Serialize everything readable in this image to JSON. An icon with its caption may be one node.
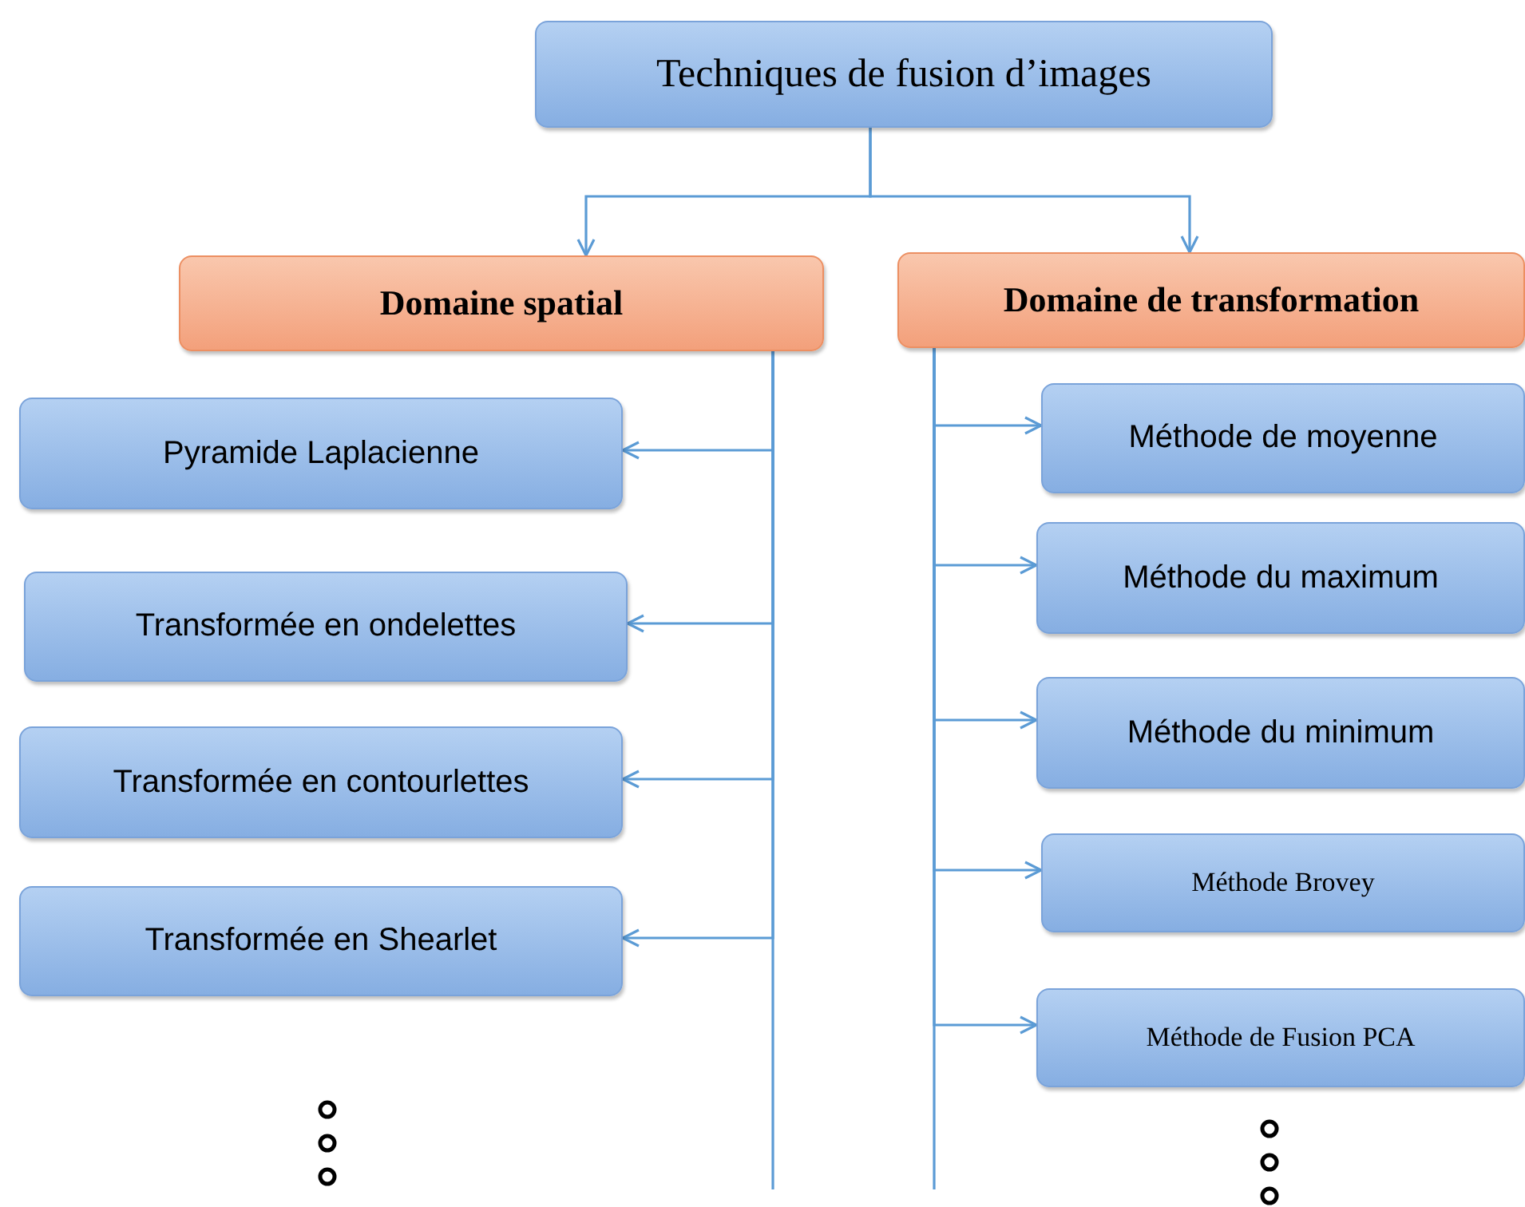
{
  "diagram": {
    "nodes": [
      {
        "text": [
          "Techniques de fusion d’images"
        ]
      },
      {
        "text": [
          "Domaine spatial"
        ]
      },
      {
        "text": [
          "Domaine de transformation"
        ]
      },
      {
        "text": [
          "Pyramide Laplacienne"
        ]
      },
      {
        "text": [
          "Transformée en ondelettes"
        ]
      },
      {
        "text": [
          "Transformée en contourlettes"
        ]
      },
      {
        "text": [
          "Transformée en Shearlet"
        ]
      },
      {
        "text": [
          "Méthode de moyenne"
        ]
      },
      {
        "text": [
          "Méthode du maximum"
        ]
      },
      {
        "text": [
          "Méthode du minimum"
        ]
      },
      {
        "text": [
          "Méthode Brovey"
        ]
      },
      {
        "text": [
          "Méthode de Fusion PCA"
        ]
      }
    ],
    "edges": [
      {
        "from": 0,
        "to": 1,
        "arrow": "to"
      },
      {
        "from": 0,
        "to": 2,
        "arrow": "to"
      },
      {
        "from": 1,
        "to": 3,
        "arrow": "to"
      },
      {
        "from": 1,
        "to": 4,
        "arrow": "to"
      },
      {
        "from": 1,
        "to": 5,
        "arrow": "to"
      },
      {
        "from": 1,
        "to": 6,
        "arrow": "to"
      },
      {
        "from": 2,
        "to": 7,
        "arrow": "to"
      },
      {
        "from": 2,
        "to": 8,
        "arrow": "to"
      },
      {
        "from": 2,
        "to": 9,
        "arrow": "to"
      },
      {
        "from": 2,
        "to": 10,
        "arrow": "to"
      },
      {
        "from": 2,
        "to": 11,
        "arrow": "to"
      }
    ]
  }
}
